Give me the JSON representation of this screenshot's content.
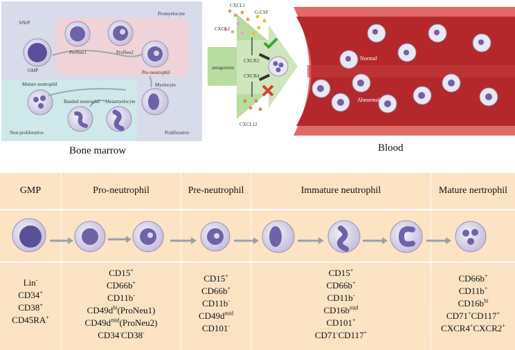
{
  "bone_marrow": {
    "caption": "Bone marrow",
    "labels": {
      "hsc": "hNcP",
      "promyelocyte": "Promyelocyte",
      "gmp": "GMP",
      "proneu1": "ProNeu1",
      "proneu2": "ProNeu2",
      "preneutrophil": "Pre-neutrophil",
      "mature": "Mature neutrophil",
      "banded": "Banded neutrophil",
      "metamyelocyte": "Metamyelocyte",
      "myelocyte": "Myelocyte",
      "nonprolif": "Non-proliferative",
      "prolif": "Proliferative"
    }
  },
  "blood": {
    "caption": "Blood",
    "labels": {
      "cxcl1": "CXCL1",
      "gcsf": "G-CSF",
      "cxcl2": "CXCL2",
      "antagonism": "antagonism",
      "cxcr2": "CXCR2",
      "cxcr4": "CXCR4",
      "cxcl12": "CXCL12",
      "normal": "Normal",
      "abnormal": "Abnormal"
    },
    "colors": {
      "vessel": "#d9534f",
      "lumen": "#b3262a",
      "check": "#3aa53a",
      "cross": "#d0472a"
    }
  },
  "table": {
    "headers": [
      "GMP",
      "Pro-neutrophil",
      "Pre-neutrophil",
      "Immature neutrophil",
      "Mature nertrophil"
    ],
    "gmp_markers": [
      {
        "base": "Lin",
        "sup": "-"
      },
      {
        "base": "CD34",
        "sup": "+"
      },
      {
        "base": "CD38",
        "sup": "+"
      },
      {
        "base": "CD45RA",
        "sup": "+"
      }
    ],
    "pro_markers": [
      {
        "base": "CD15",
        "sup": "+"
      },
      {
        "base": "CD66b",
        "sup": "+"
      },
      {
        "base": "CD11b",
        "sup": "-"
      },
      {
        "base": "CD49d",
        "sup": "hi",
        "tail": "(ProNeu1)"
      },
      {
        "base": "CD49d",
        "sup": "mid",
        "tail": "(ProNeu2)"
      },
      {
        "base": "CD34",
        "sup": "-",
        "base2": "CD38",
        "sup2": "-"
      }
    ],
    "pre_markers": [
      {
        "base": "CD15",
        "sup": "+"
      },
      {
        "base": "CD66b",
        "sup": "+"
      },
      {
        "base": "CD11b",
        "sup": "-"
      },
      {
        "base": "CD49d",
        "sup": "mid"
      },
      {
        "base": "CD101",
        "sup": "-"
      }
    ],
    "imm_markers": [
      {
        "base": "CD15",
        "sup": "+"
      },
      {
        "base": "CD66b",
        "sup": "+"
      },
      {
        "base": "CD11b",
        "sup": "-"
      },
      {
        "base": "CD16b",
        "sup": "mid"
      },
      {
        "base": "CD101",
        "sup": "+"
      },
      {
        "base": "CD71",
        "sup": "-",
        "base2": "CD117",
        "sup2": "+"
      }
    ],
    "mat_markers": [
      {
        "base": "CD66b",
        "sup": "+"
      },
      {
        "base": "CD11b",
        "sup": "+"
      },
      {
        "base": "CD16b",
        "sup": "hi"
      },
      {
        "base": "CD71",
        "sup": "+",
        "base2": "CD117",
        "sup2": "+"
      },
      {
        "base": "CXCR4",
        "sup": "+",
        "base2": "CXCR2",
        "sup2": "+"
      }
    ]
  },
  "icons": [
    "cell-icon",
    "arrow-icon",
    "check-icon",
    "cross-icon"
  ]
}
